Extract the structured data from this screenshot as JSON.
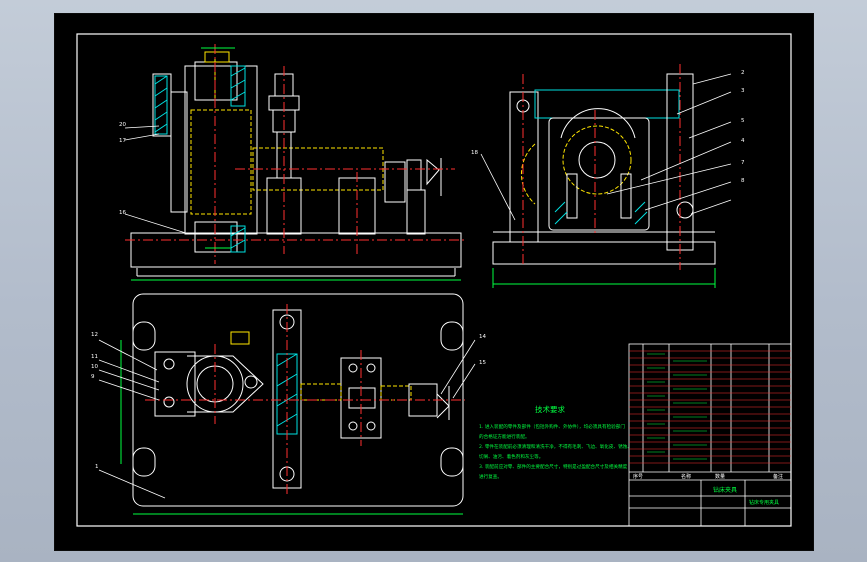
{
  "callouts": {
    "front": [
      "20",
      "17",
      "16"
    ],
    "side": [
      "2",
      "3",
      "5",
      "4",
      "7",
      "8",
      "18"
    ],
    "plan": [
      "12",
      "11",
      "10",
      "9",
      "14",
      "15",
      "1"
    ]
  },
  "notes": {
    "title": "技术要求",
    "lines": [
      "1. 进入装配的零件及部件（包括外购件、外协件），均必须具有检验部门",
      "的合格证方能进行装配。",
      "2. 零件在装配前必须清理和清洗干净，不得有毛刺、飞边、氧化皮、锈蚀、",
      "切屑、油污、着色剂和灰尘等。",
      "3. 装配前应对零、部件的主要配合尺寸，特别是过盈配合尺寸及相关精度",
      "进行复查。"
    ]
  },
  "title_block": {
    "header": [
      "序号",
      "名称",
      "数量",
      "备注"
    ],
    "part_name": "钻床夹具",
    "drawing_no": "钻床专用夹具"
  },
  "colors": {
    "outline": "#ffffff",
    "hidden": "#ffe600",
    "center": "#ff3030",
    "hatch": "#00e0e0",
    "dimension": "#00ff40"
  }
}
